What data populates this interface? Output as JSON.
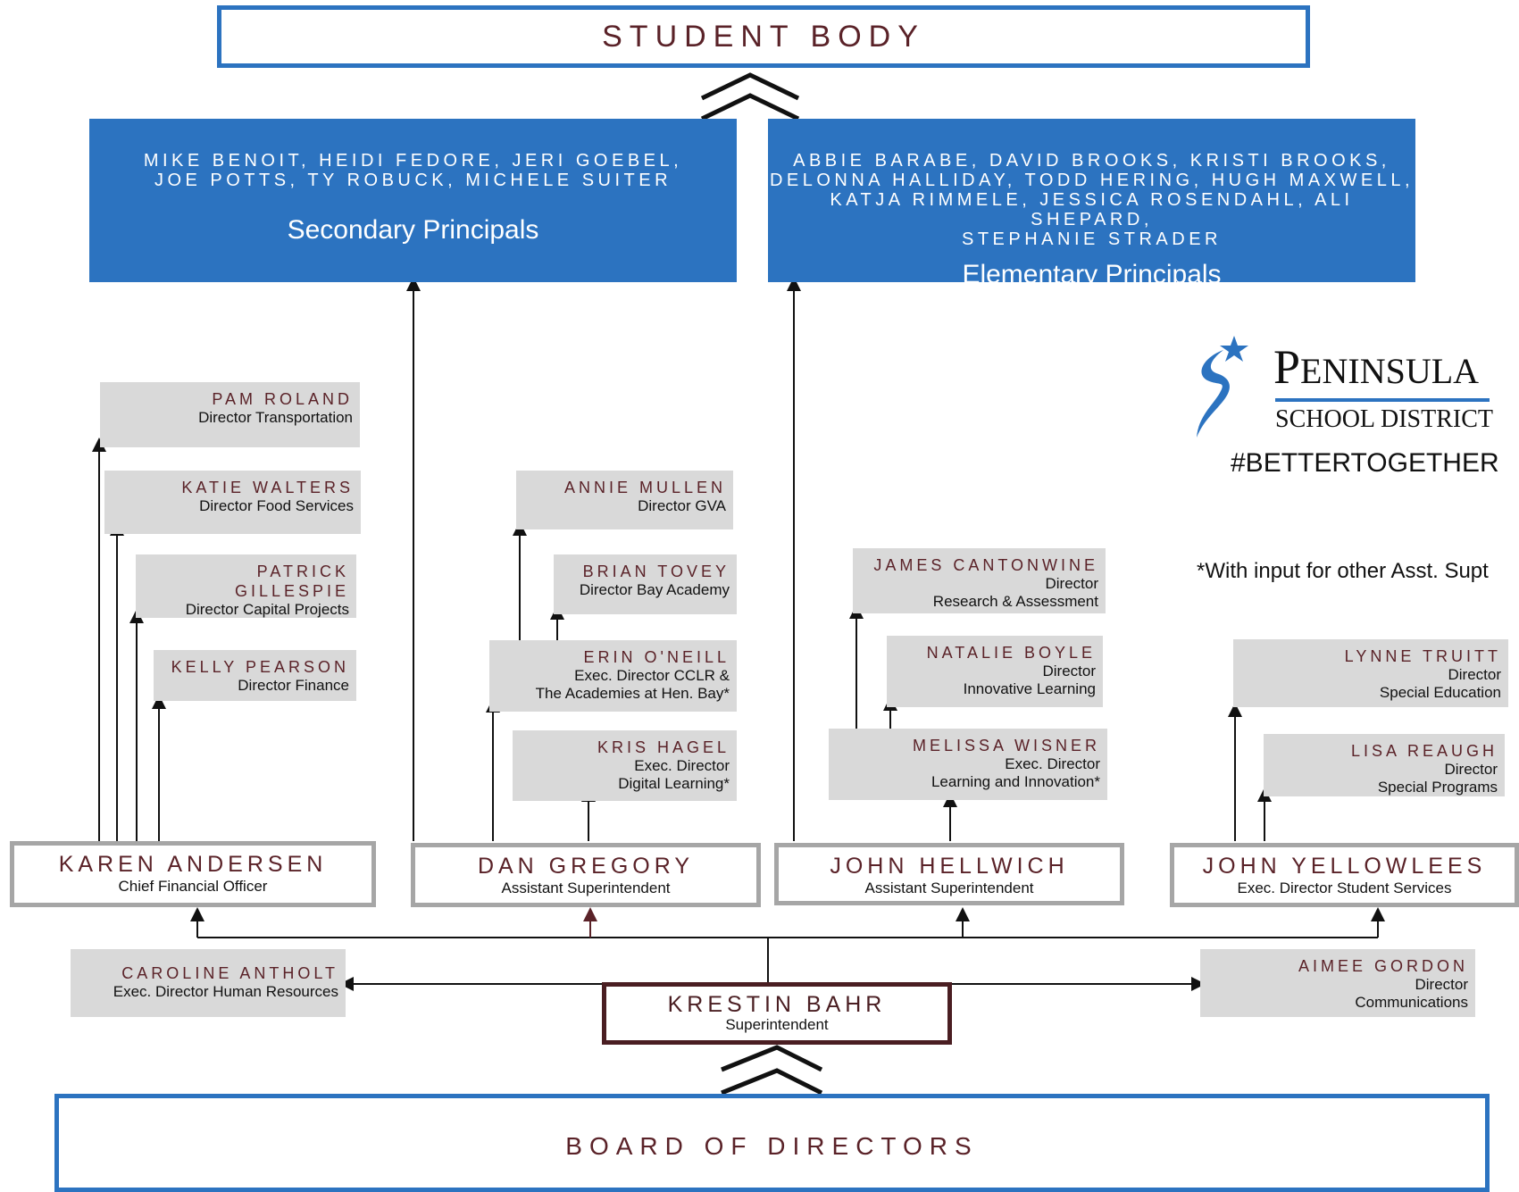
{
  "student_body": "STUDENT BODY",
  "board": "BOARD OF DIRECTORS",
  "secondary": {
    "names_line1": "MIKE BENOIT, HEIDI FEDORE, JERI GOEBEL,",
    "names_line2": "JOE POTTS, TY ROBUCK, MICHELE SUITER",
    "role": "Secondary Principals"
  },
  "elementary": {
    "names_line1": "ABBIE BARABE, DAVID BROOKS, KRISTI BROOKS,",
    "names_line2": "DELONNA HALLIDAY, TODD HERING, HUGH MAXWELL,",
    "names_line3": "KATJA RIMMELE, JESSICA ROSENDAHL, ALI SHEPARD,",
    "names_line4": "STEPHANIE STRADER",
    "role": "Elementary Principals"
  },
  "logo": {
    "name_initial": "P",
    "name_rest": "ENINSULA",
    "sub": "SCHOOL DISTRICT",
    "hashtag": "#BETTERTOGETHER",
    "colors": {
      "blue": "#2c73c0",
      "dark": "#111111"
    }
  },
  "note": "*With input for other Asst. Supt",
  "finance_reports": [
    {
      "name": "PAM ROLAND",
      "title": "Director Transportation"
    },
    {
      "name": "KATIE WALTERS",
      "title": "Director Food Services"
    },
    {
      "name": "PATRICK GILLESPIE",
      "title": "Director Capital Projects"
    },
    {
      "name": "KELLY PEARSON",
      "title": "Director Finance"
    }
  ],
  "gregory_reports": {
    "annie": {
      "name": "ANNIE MULLEN",
      "title": "Director GVA"
    },
    "brian": {
      "name": "BRIAN TOVEY",
      "title": "Director Bay Academy"
    },
    "erin": {
      "name": "ERIN O'NEILL",
      "title1": "Exec. Director CCLR &",
      "title2": "The Academies at Hen. Bay*"
    },
    "kris": {
      "name": "KRIS HAGEL",
      "title1": "Exec. Director",
      "title2": "Digital Learning*"
    }
  },
  "hellwich_reports": {
    "james": {
      "name": "JAMES CANTONWINE",
      "title1": "Director",
      "title2": "Research & Assessment"
    },
    "natalie": {
      "name": "NATALIE BOYLE",
      "title1": "Director",
      "title2": "Innovative Learning"
    },
    "melissa": {
      "name": "MELISSA WISNER",
      "title1": "Exec. Director",
      "title2": "Learning and Innovation*"
    }
  },
  "yellowlees_reports": {
    "lynne": {
      "name": "LYNNE TRUITT",
      "title1": "Director",
      "title2": "Special Education"
    },
    "lisa": {
      "name": "LISA REAUGH",
      "title1": "Director",
      "title2": "Special Programs"
    }
  },
  "leaders": {
    "karen": {
      "name": "KAREN ANDERSEN",
      "title": "Chief Financial Officer"
    },
    "dan": {
      "name": "DAN GREGORY",
      "title": "Assistant Superintendent"
    },
    "john_h": {
      "name": "JOHN HELLWICH",
      "title": "Assistant Superintendent"
    },
    "john_y": {
      "name": "JOHN YELLOWLEES",
      "title": "Exec. Director Student Services"
    }
  },
  "caroline": {
    "name": "CAROLINE ANTHOLT",
    "title": "Exec. Director Human Resources"
  },
  "aimee": {
    "name": "AIMEE GORDON",
    "title1": "Director",
    "title2": "Communications"
  },
  "superintendent": {
    "name": "KRESTIN BAHR",
    "title": "Superintendent"
  }
}
